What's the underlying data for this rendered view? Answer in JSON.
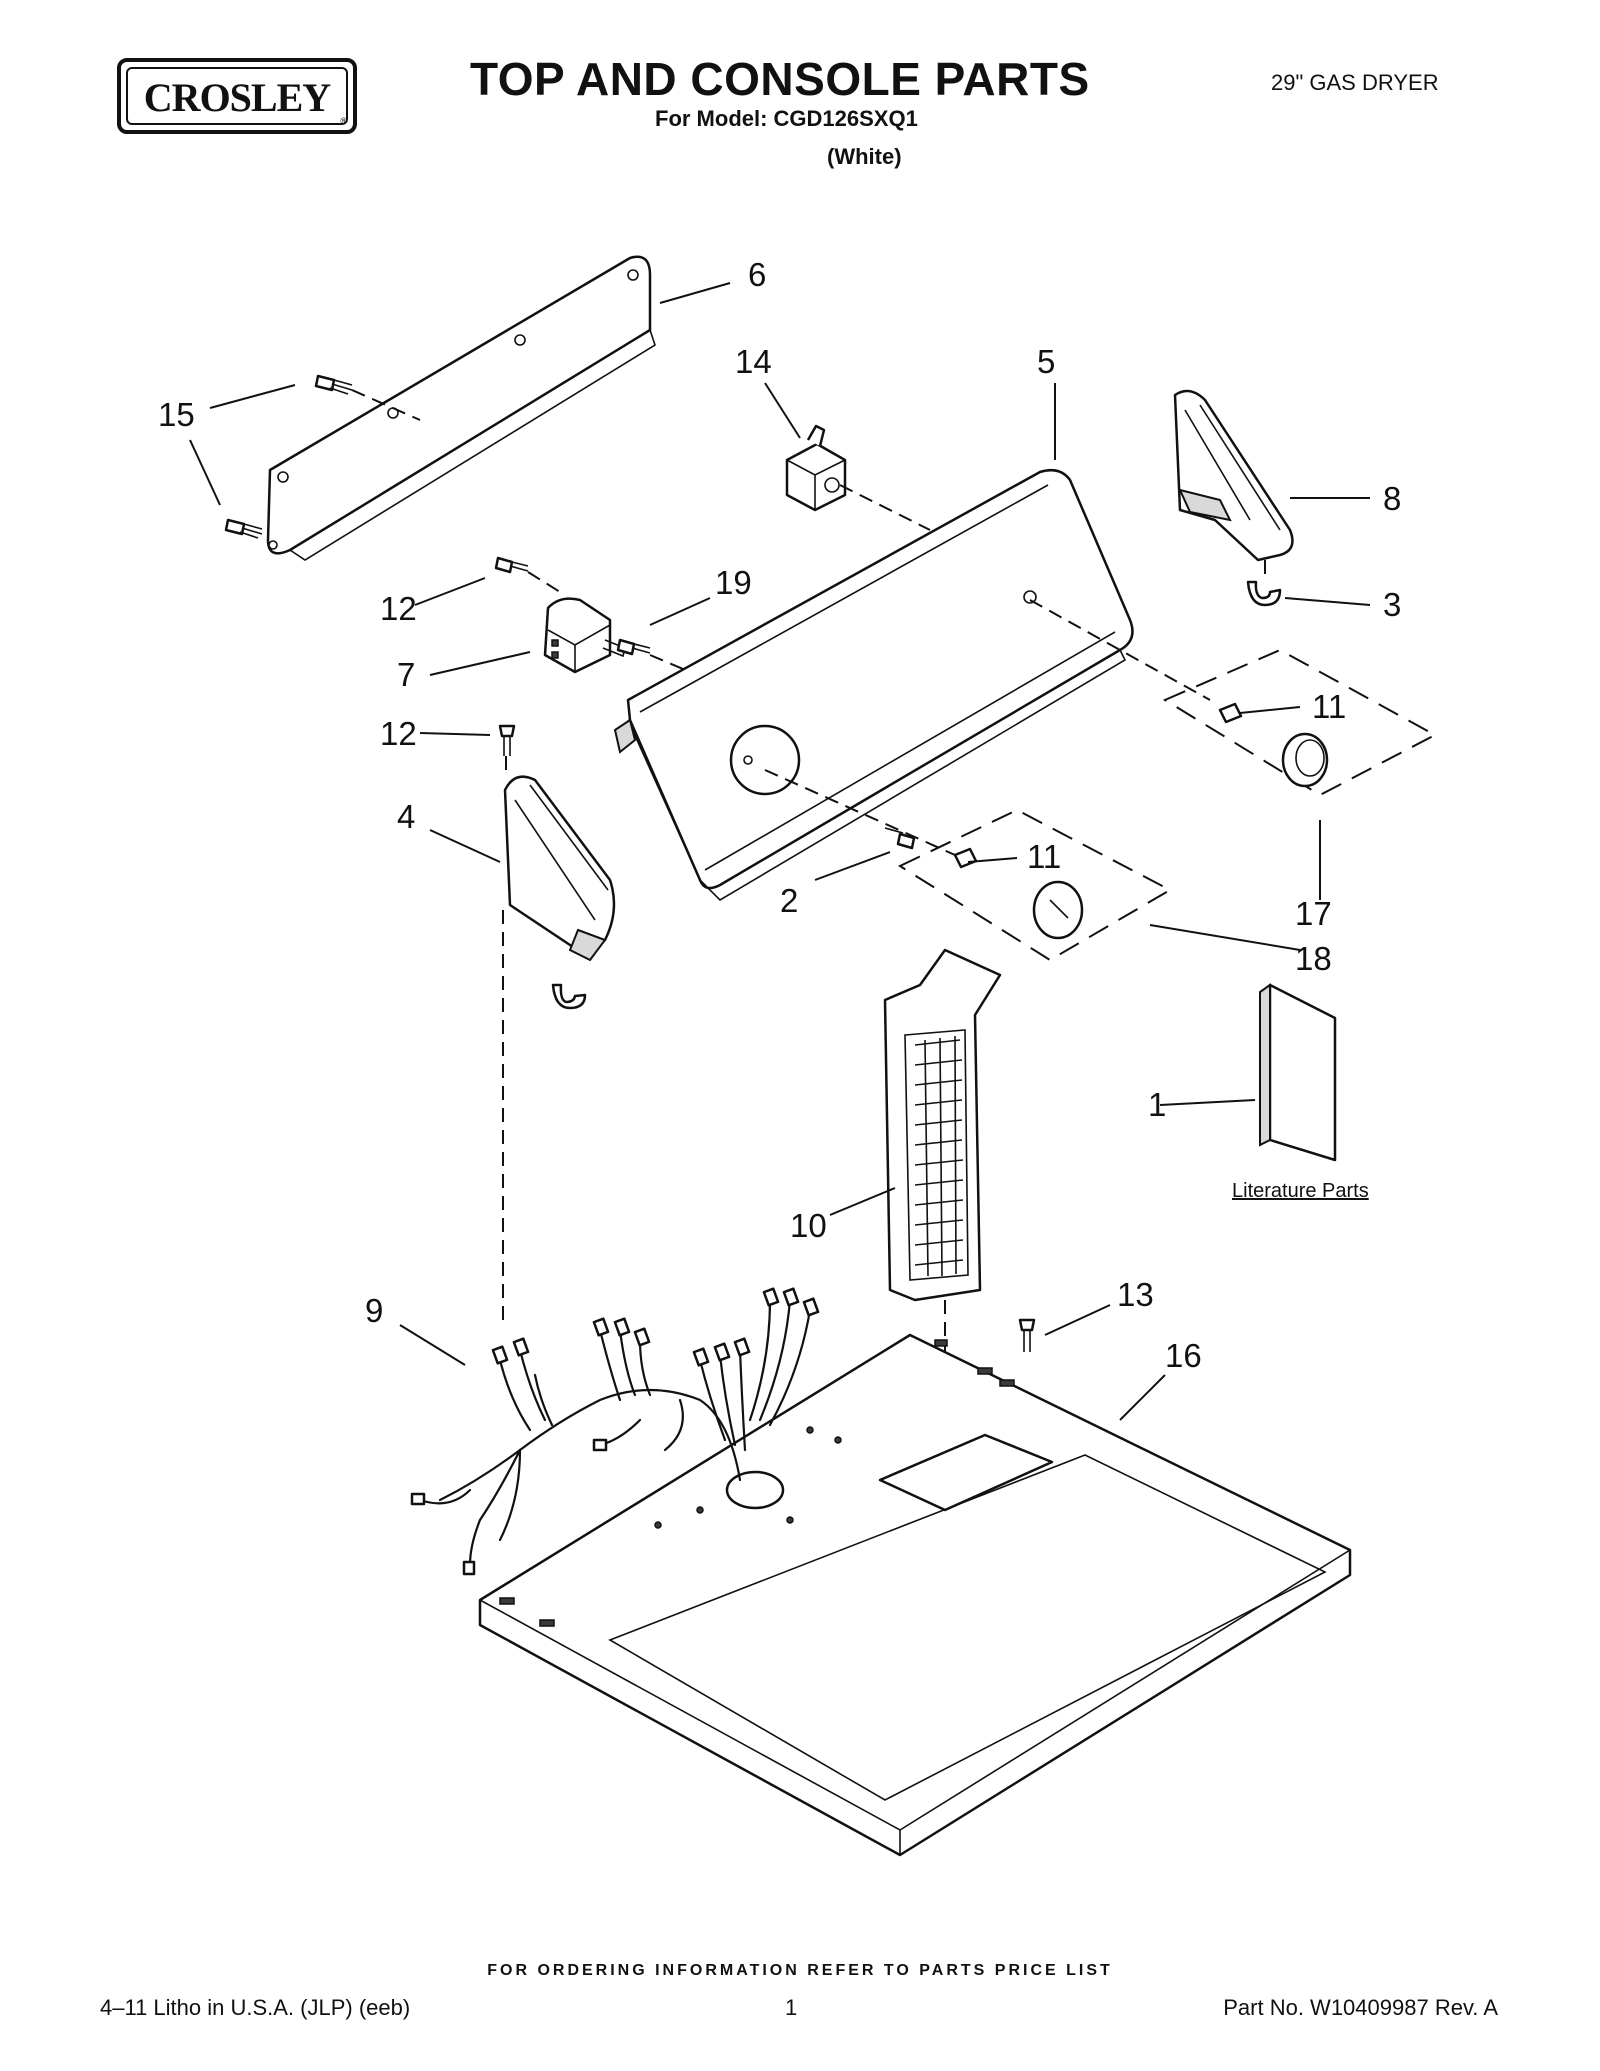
{
  "header": {
    "brand": "CROSLEY",
    "brand_mark": "®",
    "title": "TOP AND CONSOLE PARTS",
    "model_line": "For Model: CGD126SXQ1",
    "color_line": "(White)",
    "product": "29\" GAS DRYER"
  },
  "callouts": {
    "c1": "1",
    "c2": "2",
    "c3": "3",
    "c4": "4",
    "c5": "5",
    "c6": "6",
    "c7": "7",
    "c8": "8",
    "c9": "9",
    "c10": "10",
    "c11a": "11",
    "c11b": "11",
    "c12a": "12",
    "c12b": "12",
    "c13": "13",
    "c14": "14",
    "c15": "15",
    "c16": "16",
    "c17": "17",
    "c18": "18",
    "c19": "19"
  },
  "literature_label": "Literature Parts",
  "footer": {
    "ordering_note": "FOR ORDERING INFORMATION REFER TO PARTS PRICE LIST",
    "litho": "4–11 Litho in U.S.A. (JLP) (eeb)",
    "page": "1",
    "part_number": "Part No. W10409987 Rev. A"
  }
}
